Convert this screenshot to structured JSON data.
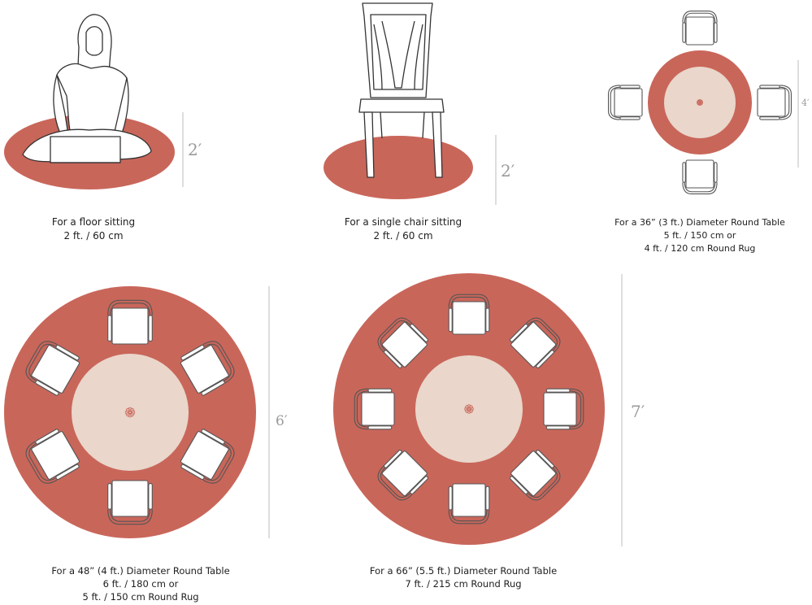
{
  "panels": [
    {
      "id": "floor",
      "title": "For a floor sitting",
      "lines": [
        "2 ft. / 60 cm"
      ],
      "dimension": "2′"
    },
    {
      "id": "chair",
      "title": "For a single chair sitting",
      "lines": [
        "2 ft. / 60 cm"
      ],
      "dimension": "2′"
    },
    {
      "id": "table36",
      "title": "For a 36” (3 ft.) Diameter Round Table",
      "lines": [
        "5 ft. / 150 cm or",
        "4 ft. / 120 cm Round Rug"
      ],
      "dimension": "4′"
    },
    {
      "id": "table48",
      "title": "For a 48” (4 ft.) Diameter Round Table",
      "lines": [
        "6 ft. / 180 cm or",
        "5 ft. / 150 cm Round Rug"
      ],
      "dimension": "6′"
    },
    {
      "id": "table66",
      "title": "For a 66” (5.5 ft.) Diameter Round Table",
      "lines": [
        "7 ft. / 215 cm Round Rug"
      ],
      "dimension": "7′"
    }
  ],
  "colors": {
    "rug": "#c9665a",
    "table": "#ead6cb",
    "line": "#555555",
    "dim_line": "#bdbdbd"
  }
}
